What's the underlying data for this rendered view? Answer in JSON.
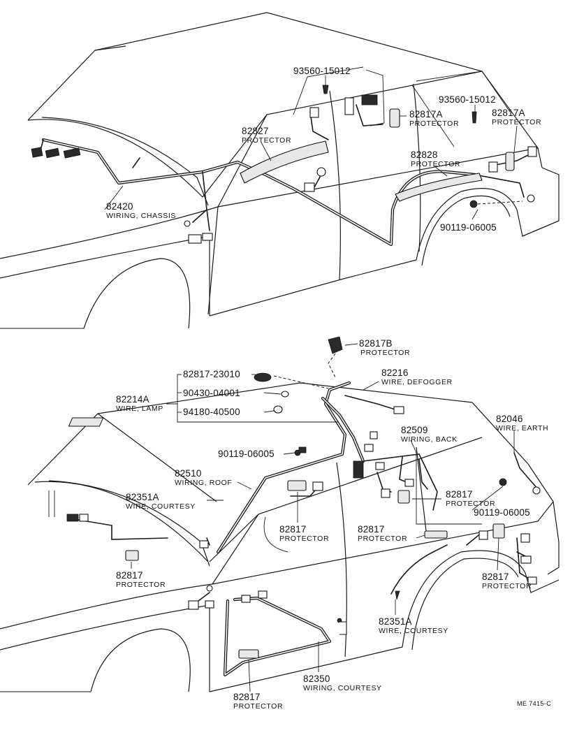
{
  "labels": {
    "p93560_a": "93560-15012",
    "p93560_b": "93560-15012",
    "p82817A_1": "82817A",
    "p82817A_1_name": "PROTECTOR",
    "p82817A_2": "82817A",
    "p82817A_2_name": "PROTECTOR",
    "p82827": "82827",
    "p82827_name": "PROTECTOR",
    "p82828": "82828",
    "p82828_name": "PROTECTOR",
    "p82420": "82420",
    "p82420_name": "WIRING, CHASSIS",
    "p90119_top": "90119-06005",
    "p82817B": "82817B",
    "p82817B_name": "PROTECTOR",
    "p82817_23010": "82817-23010",
    "p82216": "82216",
    "p82216_name": "WIRE, DEFOGGER",
    "p82214A": "82214A",
    "p82214A_name": "WIRE, LAMP",
    "p90430": "90430-04001",
    "p94180": "94180-40500",
    "p82046": "82046",
    "p82046_name": "WIRE, EARTH",
    "p82509": "82509",
    "p82509_name": "WIRING, BACK",
    "p90119_mid": "90119-06005",
    "p82510": "82510",
    "p82510_name": "WIRING, ROOF",
    "p82351A_1": "82351A",
    "p82351A_1_name": "WIRE, COURTESY",
    "p82817_r": "82817",
    "p82817_r_name": "PROTECTOR",
    "p90119_bot": "90119-06005",
    "p82817_a": "82817",
    "p82817_a_name": "PROTECTOR",
    "p82817_b": "82817",
    "p82817_b_name": "PROTECTOR",
    "p82817_c": "82817",
    "p82817_c_name": "PROTECTOR",
    "p82817_d": "82817",
    "p82817_d_name": "PROTECTOR",
    "p82351A_2": "82351A",
    "p82351A_2_name": "WIRE, COURTESY",
    "p82350": "82350",
    "p82350_name": "WIRING, COURTESY",
    "p82817_e": "82817",
    "p82817_e_name": "PROTECTOR",
    "drawing_ref": "ME 7415-C"
  }
}
